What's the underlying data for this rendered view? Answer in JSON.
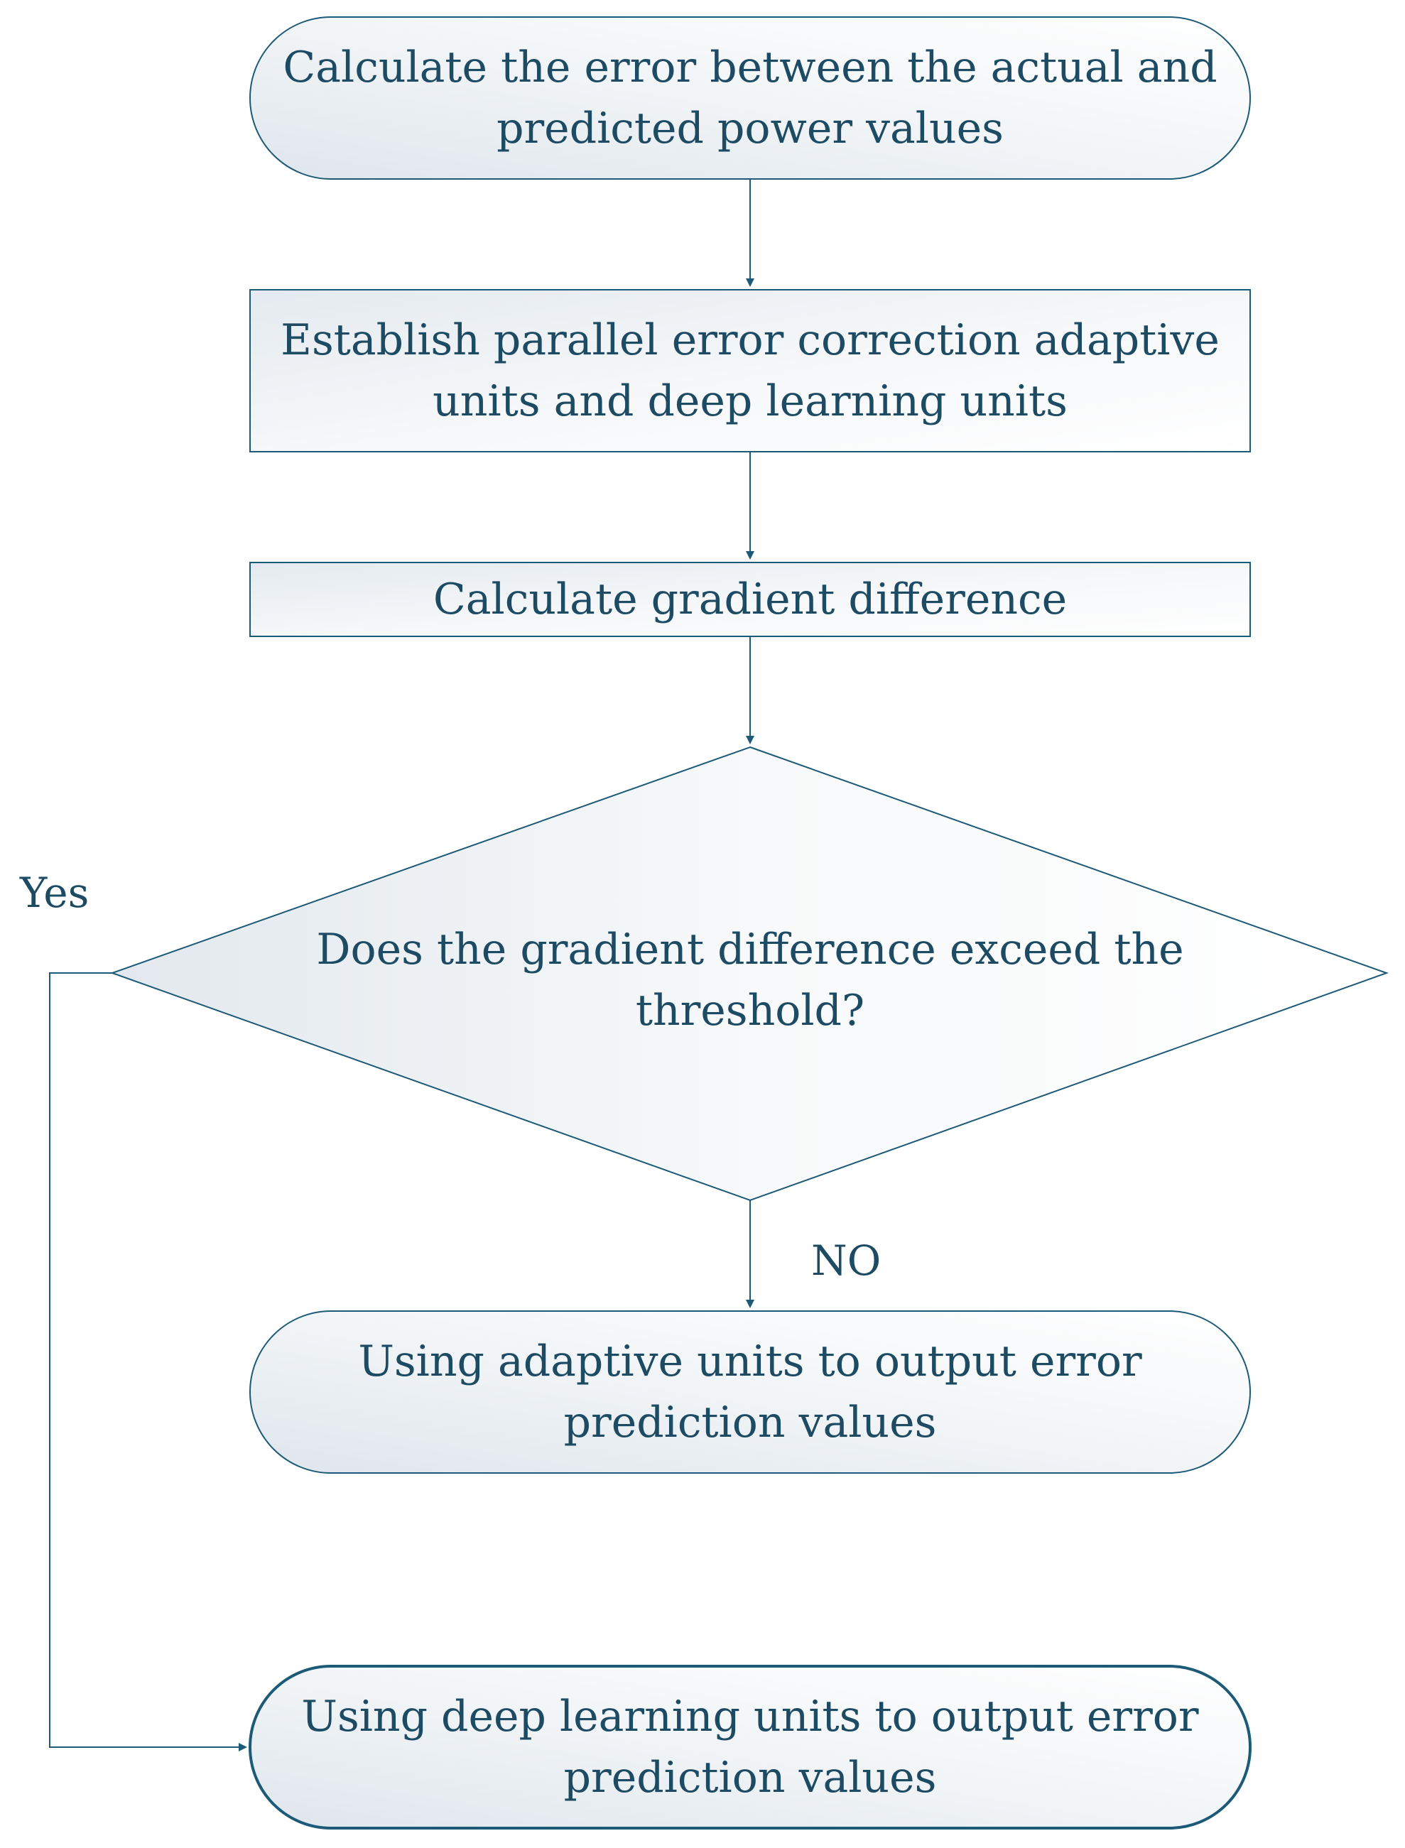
{
  "flowchart": {
    "start": {
      "line1": "Calculate the error between the actual and",
      "line2": "predicted power values"
    },
    "establish": {
      "line1": "Establish parallel error correction adaptive",
      "line2": "units and deep learning units"
    },
    "gradient": {
      "label": "Calculate gradient difference"
    },
    "decision": {
      "line1": "Does the gradient difference exceed the",
      "line2": "threshold?"
    },
    "branch_yes": "Yes",
    "branch_no": "NO",
    "adaptive_output": {
      "line1": "Using adaptive units to output error",
      "line2": "prediction values"
    },
    "deep_output": {
      "line1": "Using deep learning units to output error",
      "line2": "prediction values"
    }
  },
  "colors": {
    "stroke": "#1d5a78",
    "text": "#1d4b63",
    "fill_light": "#ffffff",
    "fill_dark": "#e2e8ee"
  }
}
